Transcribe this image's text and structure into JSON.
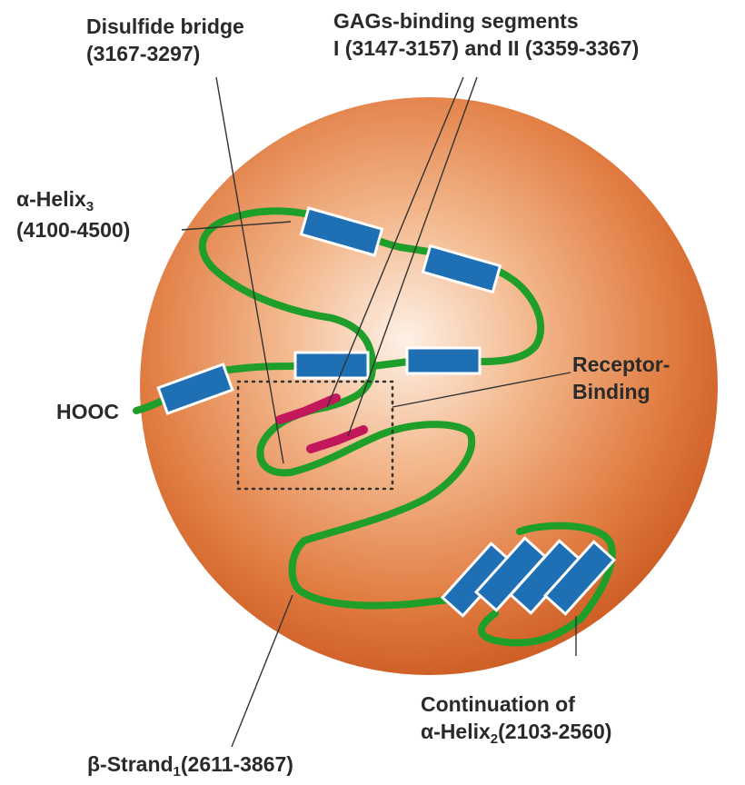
{
  "labels": {
    "disulfide": {
      "line1": "Disulfide bridge",
      "line2": "(3167-3297)"
    },
    "gags": {
      "line1": "GAGs-binding segments",
      "line2": "I (3147-3157) and II (3359-3367)"
    },
    "helix3": {
      "prefix": "α-Helix",
      "sub": "3",
      "range": "(4100-4500)"
    },
    "hooc": "HOOC",
    "receptor": {
      "line1": "Receptor-",
      "line2": "Binding"
    },
    "continuation": {
      "line1": "Continuation of",
      "prefix": "α-Helix",
      "sub": "2",
      "suffix": "(2103-2560)"
    },
    "strand1": {
      "prefix": "β-Strand",
      "sub": "1",
      "suffix": "(2611-3867)"
    }
  },
  "colors": {
    "sphere_edge": "#d4652a",
    "sphere_center": "#fbe3cf",
    "chain": "#1f9e2a",
    "helix": "#1f6fb5",
    "gag_segment": "#c2185b",
    "leader": "#333333"
  }
}
